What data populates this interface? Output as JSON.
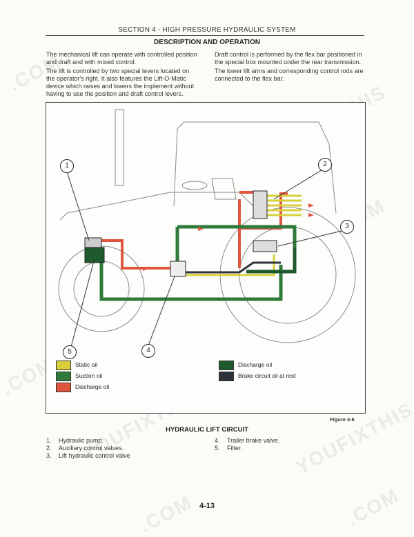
{
  "header": {
    "section_title": "SECTION 4 - HIGH PRESSURE HYDRAULIC SYSTEM",
    "subtitle": "DESCRIPTION AND OPERATION"
  },
  "intro": {
    "left_p1": "The mechanical lift can operate with controlled position and draft and with mixed control.",
    "left_p2": "The lift is controlled by two special levers located on the operator's right. It also features the Lift-O-Matic device which raises and lowers the implement without having to use the position and draft control levers.",
    "right_p1": "Draft control is performed by the flex bar positioned in the special box mounted under the rear transmission.",
    "right_p2": "The lower lift arms and corresponding control rods are connected to the flex bar."
  },
  "figure": {
    "callouts": [
      "1",
      "2",
      "3",
      "4",
      "5"
    ],
    "legend": [
      {
        "label": "Static oil",
        "color": "#d8cf3a"
      },
      {
        "label": "Suction oil",
        "color": "#2f7a3a"
      },
      {
        "label": "Discharge oil",
        "color": "#e0553e"
      },
      {
        "label": "Discharge oil",
        "color": "#1f5a2e"
      },
      {
        "label": "Brake circuit oil at rest",
        "color": "#2d3338"
      }
    ],
    "number": "Figure 4-6",
    "caption": "HYDRAULIC LIFT CIRCUIT"
  },
  "parts": [
    {
      "num": "1.",
      "name": "Hydraulic pump."
    },
    {
      "num": "2.",
      "name": "Auxiliary control valves."
    },
    {
      "num": "3.",
      "name": "Lift hydraulic control valve"
    },
    {
      "num": "4.",
      "name": "Trailer brake valve."
    },
    {
      "num": "5.",
      "name": "Filter."
    }
  ],
  "page_number": "4-13",
  "watermarks": [
    "YOUFIXTHIS",
    ".COM"
  ]
}
